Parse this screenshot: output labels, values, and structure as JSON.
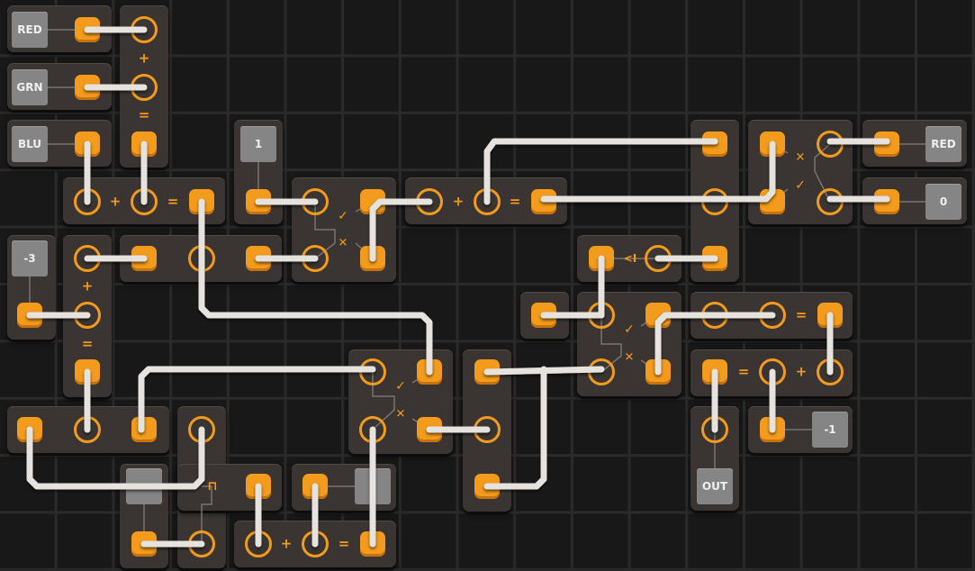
{
  "inputs": {
    "red": "RED",
    "grn": "GRN",
    "blu": "BLU",
    "one": "1",
    "neg_three": "-3",
    "neg_one": "-1",
    "blank": ""
  },
  "outputs": {
    "red": "RED",
    "zero": "0",
    "out": "OUT",
    "blank": ""
  },
  "operators": {
    "plus": "+",
    "equals": "=",
    "check": "✓",
    "cross": "✕",
    "less": "<I",
    "sink": "⊓"
  },
  "colors": {
    "board": "#181818",
    "block": "#3a3532",
    "connector": "#f39b1c",
    "wire": "#e6e2dd",
    "box": "#858585"
  }
}
